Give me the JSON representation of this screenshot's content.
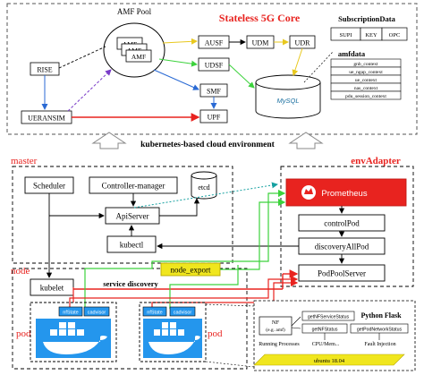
{
  "top": {
    "title": "Stateless 5G Core",
    "amf_pool_label": "AMF Pool",
    "amf_labels": [
      "AMF",
      "AMF",
      "AMF"
    ],
    "nodes": {
      "ausf": "AUSF",
      "udm": "UDM",
      "udr": "UDR",
      "udsf": "UDSF",
      "smf": "SMF",
      "upf": "UPF",
      "rise": "RISE",
      "ueransim": "UERANSIM",
      "db_logo": "MySQL"
    },
    "subscription": {
      "title": "SubscriptionData",
      "fields": [
        "SUPI",
        "KEY",
        "OPC"
      ]
    },
    "amfdata": {
      "title": "amfdata",
      "fields": [
        "gnb_context",
        "ue_ngap_context",
        "ue_context",
        "nas_context",
        "pdu_session_context"
      ]
    }
  },
  "middle": {
    "label": "kubernetes-based cloud environment"
  },
  "bottom": {
    "master_label": "master",
    "node_label": "node",
    "pod_label_left": "pod",
    "pod_label_right": "pod",
    "env_adapter_label": "envAdapter",
    "scheduler": "Scheduler",
    "controller_manager": "Controller-manager",
    "etcd": "etcd",
    "apiserver": "ApiServer",
    "kubectl": "kubectl",
    "kubelet": "kubelet",
    "service_discovery": "service discovery",
    "node_export": "node_export",
    "prometheus": "Prometheus",
    "control_pod": "controlPod",
    "discovery_all_pod": "discoveryAllPod",
    "pod_pool_server": "PodPoolServer",
    "pod1_tags": [
      "nfState",
      "cadvisor"
    ],
    "pod2_tags": [
      "nfState",
      "cadvisor"
    ],
    "flask": {
      "nf": "NF",
      "nf_sub": "(e.g. amf)",
      "get_nf_service_status": "getNFServiceStatus",
      "get_nf_status": "getNFStatus",
      "get_pod_network_status": "getPodNetworkStatus",
      "title": "Python Flask",
      "running_processes": "Running Processes",
      "cpu_mem": "CPU/Mem...",
      "fault_injection": "Fault Injection",
      "os": "ubuntu 18.04"
    }
  },
  "colors": {
    "red": "#e8231f",
    "green": "#3cd23c",
    "yellow": "#f0dc1e",
    "blue": "#2a6ad4",
    "purple": "#7a3cc8",
    "teal": "#14a0a0",
    "docker": "#2496ed",
    "gray_arrow": "#bdbdbd"
  }
}
